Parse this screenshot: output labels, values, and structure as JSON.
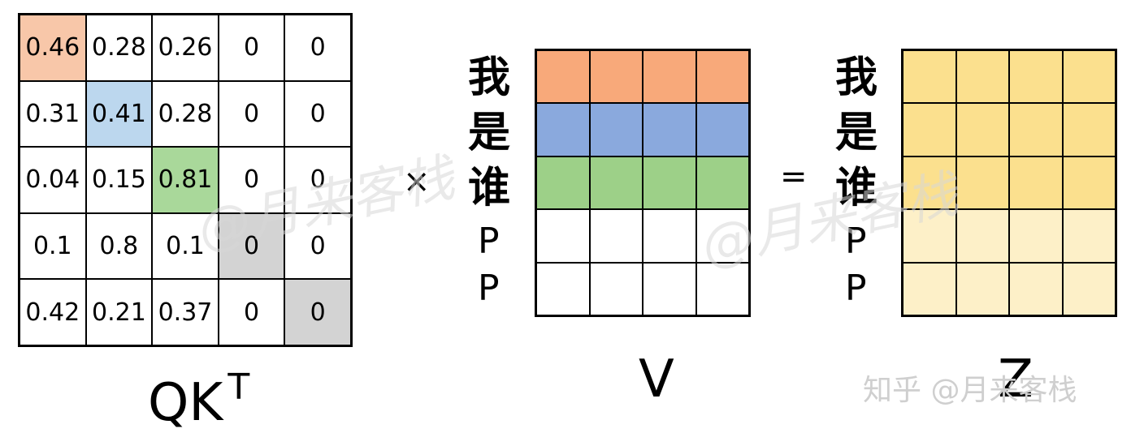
{
  "qk_matrix": {
    "label": "QK",
    "label_sup": "T",
    "rows": [
      [
        "0.46",
        "0.28",
        "0.26",
        "0",
        "0"
      ],
      [
        "0.31",
        "0.41",
        "0.28",
        "0",
        "0"
      ],
      [
        "0.04",
        "0.15",
        "0.81",
        "0",
        "0"
      ],
      [
        "0.1",
        "0.8",
        "0.1",
        "0",
        "0"
      ],
      [
        "0.42",
        "0.21",
        "0.37",
        "0",
        "0"
      ]
    ],
    "highlights": [
      {
        "row": 0,
        "col": 0,
        "color": "#f8c7a9"
      },
      {
        "row": 1,
        "col": 1,
        "color": "#bcd7ee"
      },
      {
        "row": 2,
        "col": 2,
        "color": "#a9d89a"
      },
      {
        "row": 3,
        "col": 3,
        "color": "#d3d3d3"
      },
      {
        "row": 4,
        "col": 4,
        "color": "#d3d3d3"
      }
    ]
  },
  "multiply_sign": "×",
  "equals_sign": "=",
  "v_matrix": {
    "label": "V",
    "tokens": [
      "我",
      "是",
      "谁",
      "P",
      "P"
    ],
    "row_colors": [
      "#f8a97a",
      "#8aa9dd",
      "#9dd088",
      "#ffffff",
      "#ffffff"
    ],
    "cols": 4
  },
  "z_matrix": {
    "label": "Z",
    "tokens": [
      "我",
      "是",
      "谁",
      "P",
      "P"
    ],
    "row_colors": [
      "#fbe08e",
      "#fbe08e",
      "#fbe08e",
      "#fdf0c8",
      "#fdf0c8"
    ],
    "cols": 4
  },
  "watermark": "@月来客栈",
  "credit": "知乎 @月来客栈",
  "colors": {
    "border": "#000000",
    "background": "#ffffff"
  }
}
